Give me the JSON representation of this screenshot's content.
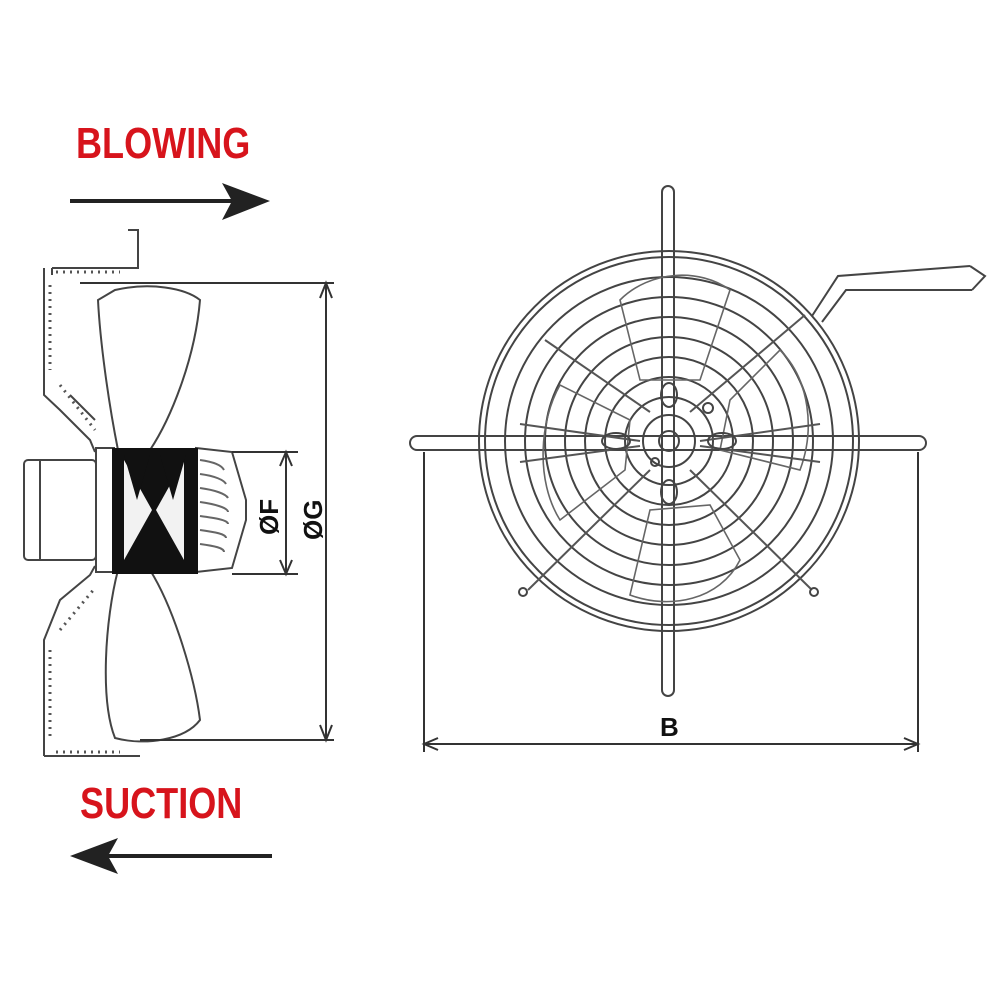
{
  "labels": {
    "blowing": "BLOWING",
    "suction": "SUCTION"
  },
  "dimensions": {
    "hub_diameter": "ØF",
    "overall_diameter": "ØG",
    "width": "B"
  },
  "colors": {
    "flow_label": "#d7141c",
    "line": "#333333",
    "hub_fill": "#111111"
  }
}
